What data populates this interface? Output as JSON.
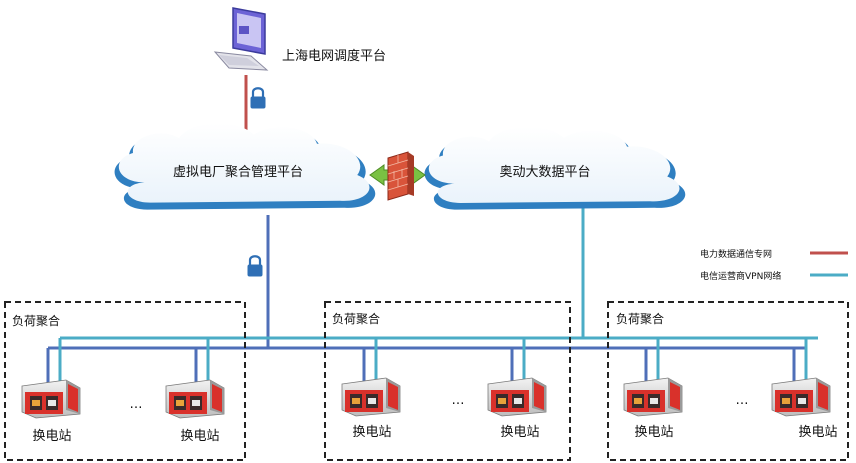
{
  "top_platform": {
    "label": "上海电网调度平台"
  },
  "vpp_platform": {
    "label": "虚拟电厂聚合管理平台"
  },
  "data_platform": {
    "label": "奥动大数据平台"
  },
  "legend": {
    "items": [
      {
        "label": "电力数据通信专网",
        "color": "#c0504d"
      },
      {
        "label": "电信运营商VPN网络",
        "color": "#4bacc6"
      }
    ]
  },
  "groups": [
    {
      "label": "负荷聚合",
      "stations": [
        "换电站",
        "换电站"
      ],
      "ellipsis": "…"
    },
    {
      "label": "负荷聚合",
      "stations": [
        "换电站",
        "换电站"
      ],
      "ellipsis": "…"
    },
    {
      "label": "负荷聚合",
      "stations": [
        "换电站",
        "换电站"
      ],
      "ellipsis": "…"
    }
  ],
  "colors": {
    "power_line": "#c0504d",
    "vpn_line": "#4bacc6",
    "bus_blue": "#4f6fb8",
    "cloud_fill": "#ffffff",
    "cloud_stroke": "#2f7fc1",
    "station_red": "#d9312b",
    "lock": "#2f6fb5"
  }
}
